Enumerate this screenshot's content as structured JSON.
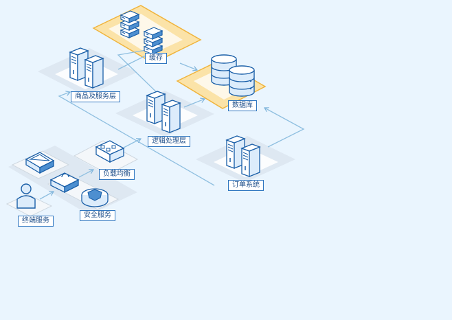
{
  "diagram": {
    "nodes": {
      "cache": "缓存",
      "database": "数据库",
      "goods_service": "商品及服务层",
      "logic": "逻辑处理层",
      "order": "订单系统",
      "load_balance": "负载均衡",
      "terminal": "终端服务",
      "security": "安全服务"
    }
  },
  "colors": {
    "background": "#eaf5fe",
    "platform": "#dbe3ea",
    "accent_platform": "#fbd98a",
    "accent_border": "#f0b43c",
    "icon_stroke": "#1a5fa8",
    "icon_fill": "#dcecfb",
    "connector": "#8fbfe0"
  },
  "icons": {
    "cache": "server-rack-icon",
    "database": "database-icon",
    "goods_service": "server-icon",
    "logic": "server-icon",
    "order": "server-icon",
    "load_balance": "router-icon",
    "terminal": "user-icon",
    "security": "shield-icon"
  }
}
